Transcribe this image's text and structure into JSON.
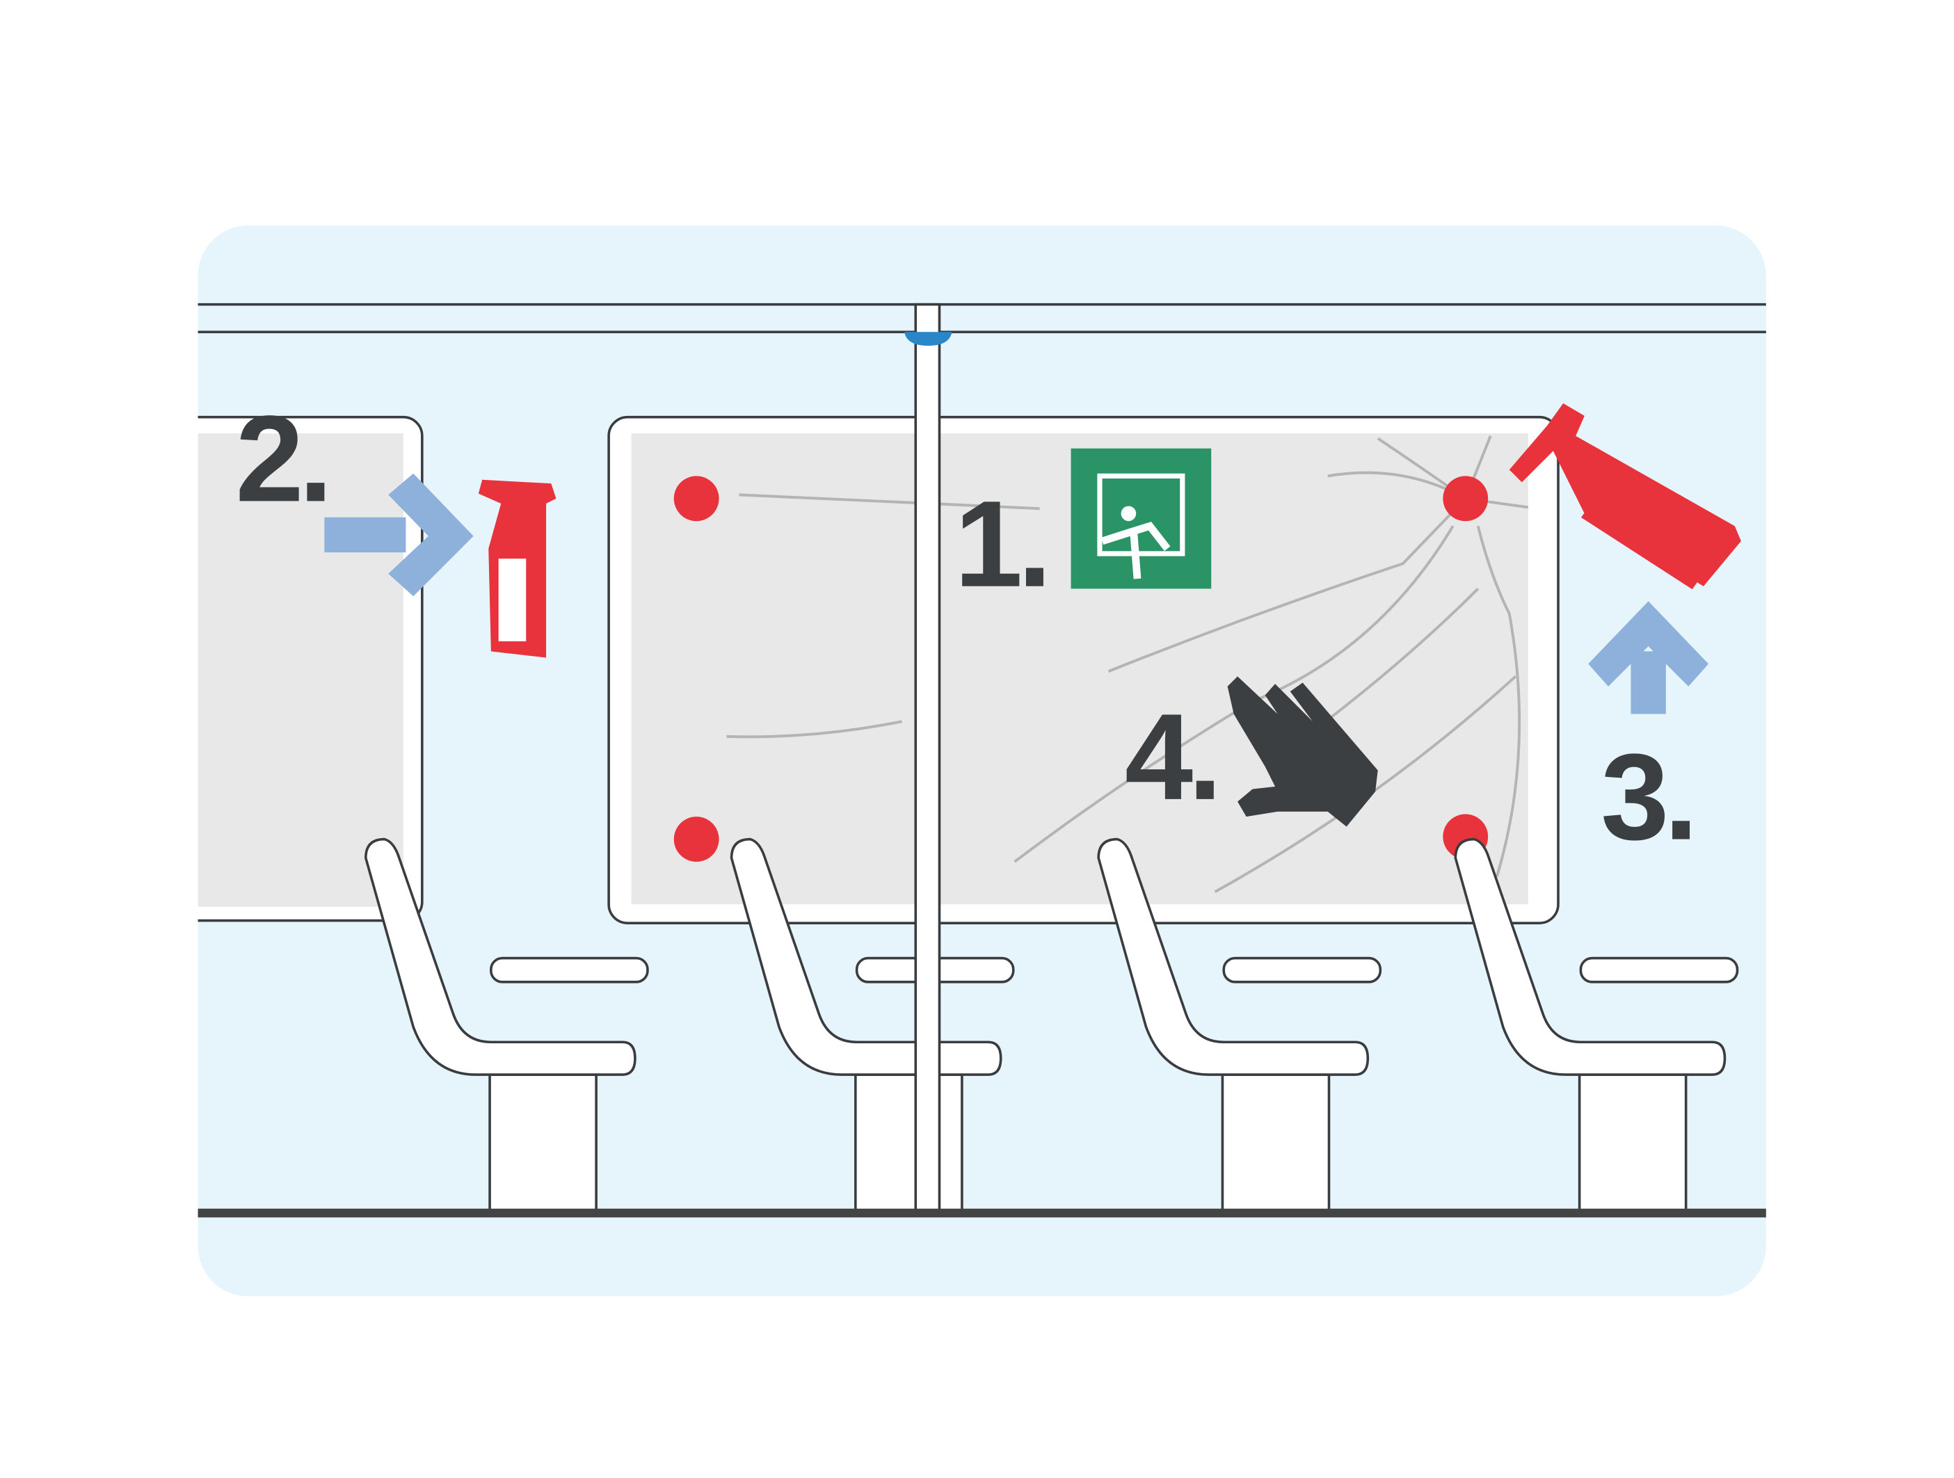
{
  "steps": {
    "step1": "1.",
    "step2": "2.",
    "step3": "3.",
    "step4": "4."
  },
  "colors": {
    "panel": "#e6f5fc",
    "glass": "#e8e8e8",
    "red": "#e8323c",
    "arrow": "#8eb1dc",
    "exit_sign": "#2a9466",
    "dark": "#3c3f41",
    "pole_cap": "#2a86c8"
  },
  "icons": [
    "emergency-exit-sign-icon",
    "safety-hammer-icon",
    "arrow-right-icon",
    "arrow-up-icon",
    "hand-icon"
  ]
}
